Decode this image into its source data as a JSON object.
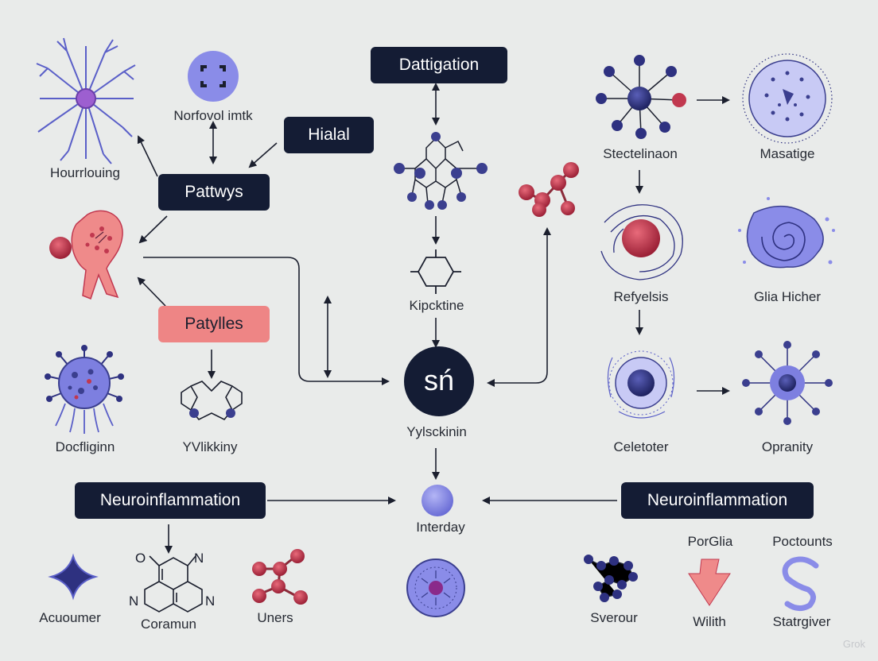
{
  "boxes": {
    "dattigation": "Dattigation",
    "hialal": "Hialal",
    "pattwys": "Pattwys",
    "patylles": "Patylles",
    "neuro_left": "Neuroinflammation",
    "neuro_right": "Neuroinflammation"
  },
  "labels": {
    "hourrlouing": "Hourrlouing",
    "norfovol": "Norfovol imtk",
    "kipcktine": "Kipcktine",
    "yylsckinin": "Yylsckinin",
    "interday": "Interday",
    "stectelinaon": "Stectelinaon",
    "masatige": "Masatige",
    "refyelsis": "Refyelsis",
    "glia_hicher": "Glia Hicher",
    "celetoter": "Celetoter",
    "opranity": "Opranity",
    "docfliginn": "Docfliginn",
    "yvlikkiny": "YVlikkiny",
    "acuoumer": "Acuoumer",
    "coramun": "Coramun",
    "uners": "Uners",
    "sverour": "Sverour",
    "porglia": "PorGlia",
    "wilith": "Wilith",
    "poctounts": "Poctounts",
    "statrgiver": "Statrgiver"
  },
  "center_text": "sń",
  "watermark": "Grok",
  "colors": {
    "background": "#e9ebea",
    "box_dark": "#141c34",
    "box_pink": "#ee8585",
    "indigo": "#3b3f8f",
    "periwinkle": "#8a8ce8",
    "crimson": "#c1384f",
    "pink": "#ef8a8a"
  }
}
